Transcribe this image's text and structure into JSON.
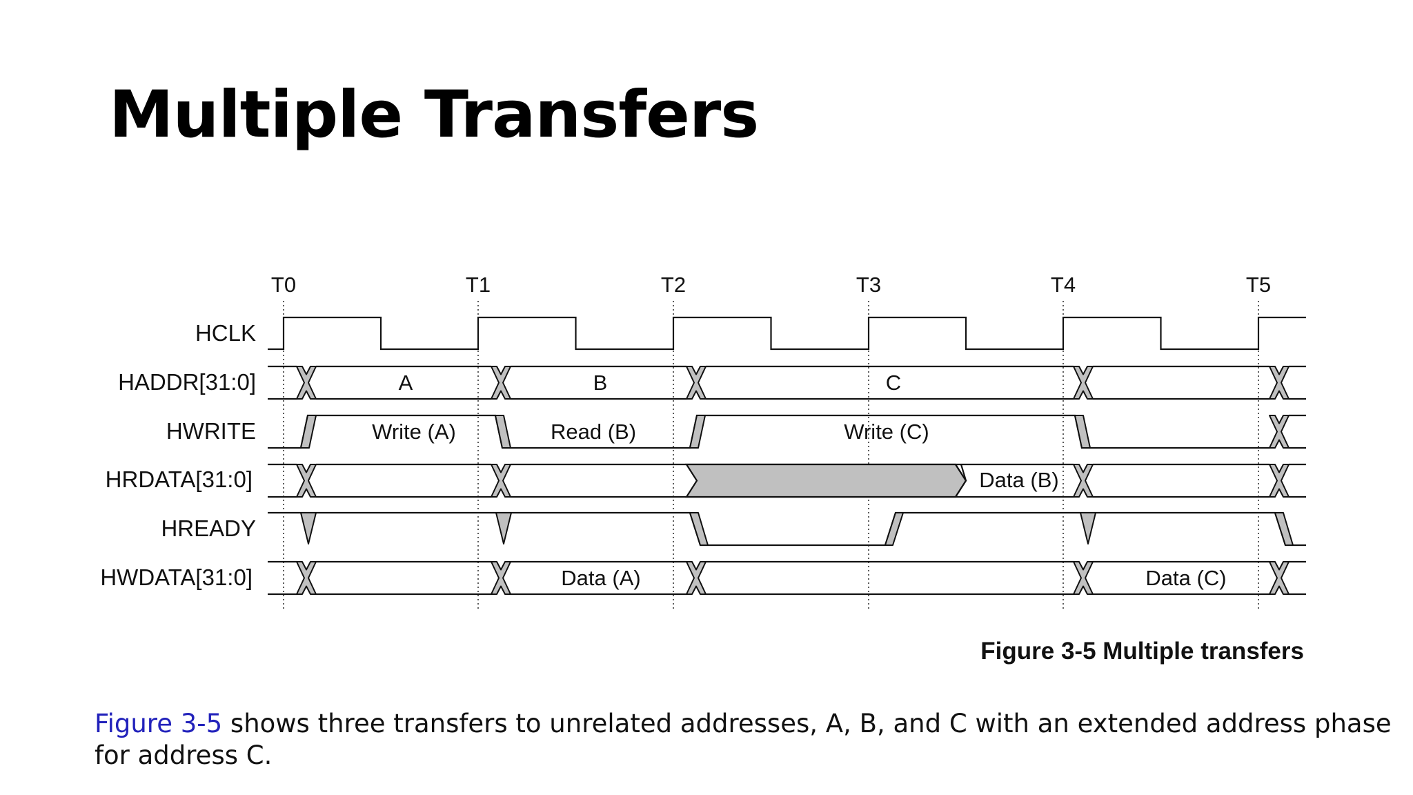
{
  "slide": {
    "title": "Multiple Transfers"
  },
  "diagram": {
    "time_labels": [
      "T0",
      "T1",
      "T2",
      "T3",
      "T4",
      "T5"
    ],
    "signals": {
      "hclk": "HCLK",
      "haddr": "HADDR[31:0]",
      "hwrite": "HWRITE",
      "hrdata": "HRDATA[31:0]",
      "hready": "HREADY",
      "hwdata": "HWDATA[31:0]"
    },
    "bus_values": {
      "addr_a": "A",
      "addr_b": "B",
      "addr_c": "C",
      "write_a": "Write (A)",
      "read_b": "Read (B)",
      "write_c": "Write (C)",
      "rdata_b": "Data (B)",
      "wdata_a": "Data (A)",
      "wdata_c": "Data (C)"
    },
    "colors": {
      "shade": "#c0c0c0",
      "line": "#111111"
    }
  },
  "caption": "Figure 3-5 Multiple transfers",
  "body": {
    "link_text": "Figure 3-5",
    "text": " shows three transfers to unrelated addresses, A, B, and C with an extended address phase for address C."
  }
}
